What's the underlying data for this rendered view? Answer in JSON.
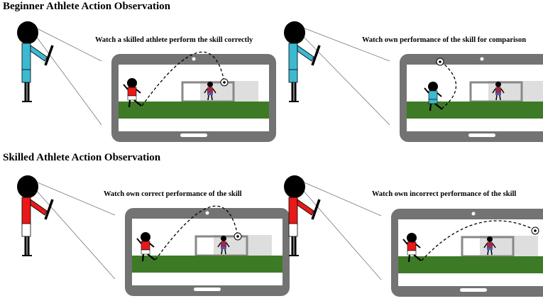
{
  "sections": [
    {
      "title": "Beginner Athlete Action Observation"
    },
    {
      "title": "Skilled Athlete Action Observation"
    }
  ],
  "panels": [
    {
      "caption": "Watch a skilled athlete perform the skill correctly",
      "observer_shirt": "#3cb9d2",
      "observer_shorts": "#3cb9d2",
      "kicker_shirt": "#e81919",
      "kicker_shorts": "#ffffff",
      "outcome": "goal"
    },
    {
      "caption": "Watch own performance of the skill for comparison",
      "observer_shirt": "#3cb9d2",
      "observer_shorts": "#3cb9d2",
      "kicker_shirt": "#3cb9d2",
      "kicker_shorts": "#3cb9d2",
      "outcome": "popup"
    },
    {
      "caption": "Watch own correct performance of the skill",
      "observer_shirt": "#e81919",
      "observer_shorts": "#ffffff",
      "kicker_shirt": "#e81919",
      "kicker_shorts": "#ffffff",
      "outcome": "goal"
    },
    {
      "caption": "Watch own incorrect performance of the skill",
      "observer_shirt": "#e81919",
      "observer_shorts": "#ffffff",
      "kicker_shirt": "#e81919",
      "kicker_shorts": "#ffffff",
      "outcome": "miss"
    }
  ],
  "colors": {
    "tablet": "#737373",
    "grass": "#3d7a26",
    "goalkeeper_shirt": "#9b2a44",
    "goalkeeper_shorts": "#4a5bc4"
  }
}
